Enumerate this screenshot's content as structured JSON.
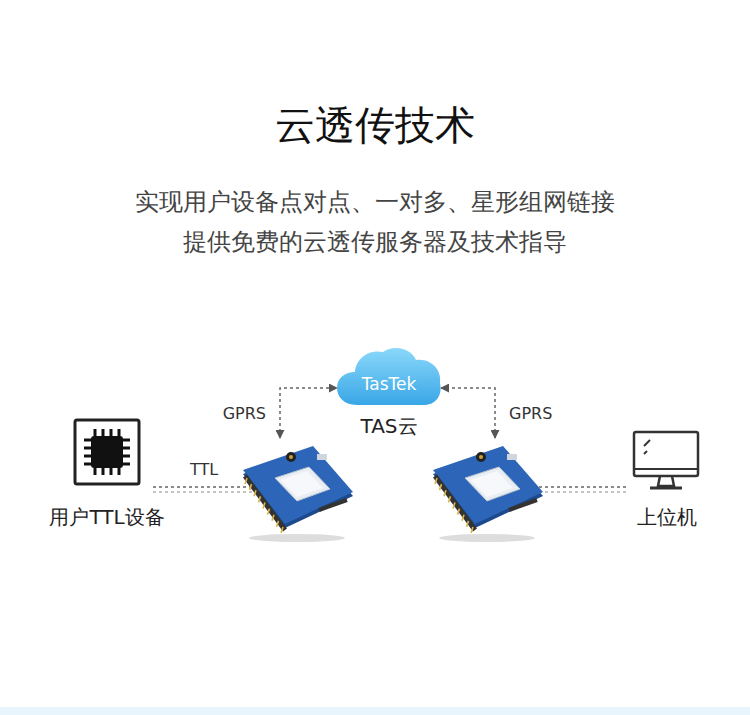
{
  "diagram": {
    "title": "云透传技术",
    "nodes": [
      {
        "text": [
          "TasTek",
          "TAS云"
        ]
      },
      {
        "text": [
          "用户TTL设备"
        ]
      },
      {
        "text": []
      },
      {
        "text": []
      },
      {
        "text": [
          "上位机"
        ]
      }
    ],
    "edges": [
      {
        "from": 1,
        "to": 2,
        "arrow": "none",
        "label": "TTL"
      },
      {
        "from": 2,
        "to": 0,
        "arrow": "both",
        "label": "GPRS"
      },
      {
        "from": 3,
        "to": 0,
        "arrow": "both",
        "label": "GPRS"
      },
      {
        "from": 3,
        "to": 4,
        "arrow": "none"
      }
    ],
    "labels": [
      "实现用户设备点对点、一对多、星形组网链接",
      "提供免费的云透传服务器及技术指导"
    ]
  }
}
